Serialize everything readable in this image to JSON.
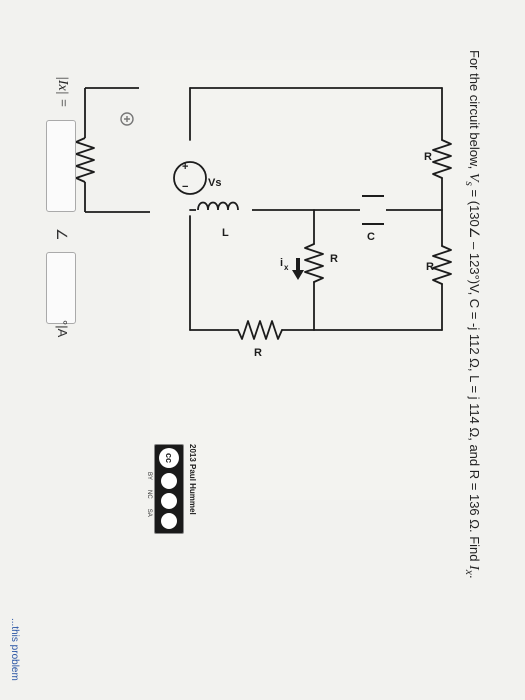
{
  "question": {
    "prefix": "For the circuit below, ",
    "vs_symbol": "V",
    "vs_sub": "s",
    "vs_value": " = (130∠ – 123°)V, C = -j 112 Ω, L = j 114 Ω, and R = 136 Ω. Find ",
    "ix_symbol": "I",
    "ix_sub": "x",
    "suffix": "."
  },
  "circuit": {
    "source_label": "Vs",
    "source_plus": "+",
    "source_minus": "−",
    "r_top": "R",
    "c_label": "C",
    "l_label": "L",
    "r_mid": "R",
    "ix_label": "i",
    "ix_sub": "x",
    "r_right_upper": "R",
    "r_bottom": "R"
  },
  "credit": {
    "author": "2013 Paul Hummel",
    "cc_text": "cc",
    "license_labels": [
      "BY",
      "NC",
      "SA"
    ]
  },
  "answer": {
    "label": "|Ix| =",
    "magnitude_value": "",
    "angle_symbol": "∠",
    "angle_value": "",
    "unit": "°|A"
  },
  "footer": {
    "link": "...this problem"
  },
  "icons": [
    "hint-icon",
    "creative-commons-badge"
  ],
  "colors": {
    "link": "#2a55a5",
    "wire": "#222222"
  }
}
